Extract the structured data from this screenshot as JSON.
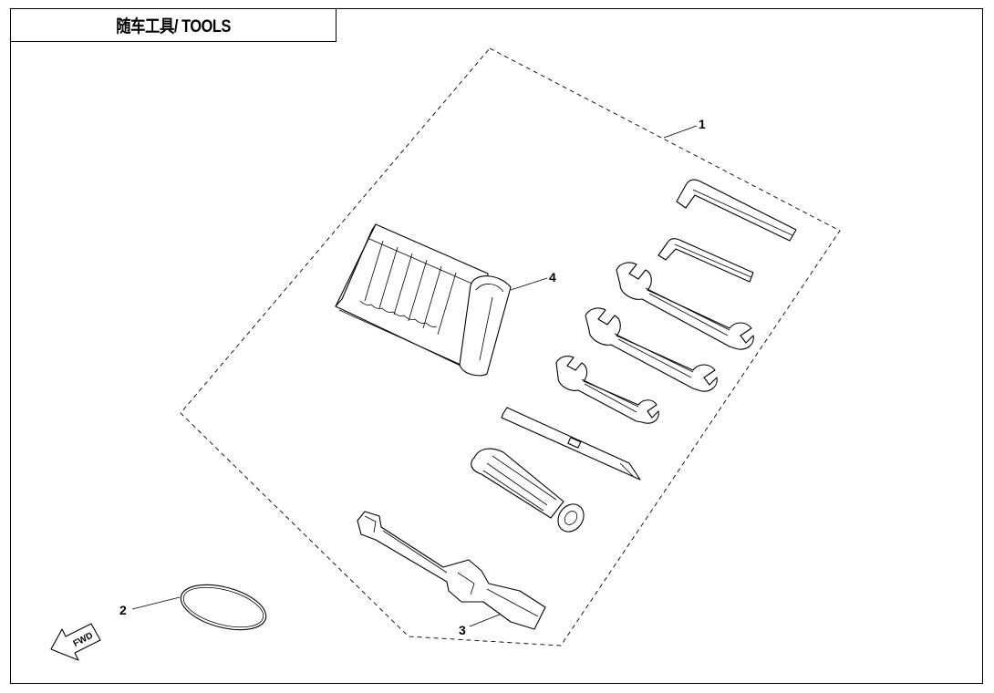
{
  "title": "随车工具/ TOOLS",
  "callouts": {
    "c1": "1",
    "c2": "2",
    "c3": "3",
    "c4": "4"
  },
  "fwd_label": "FWD"
}
